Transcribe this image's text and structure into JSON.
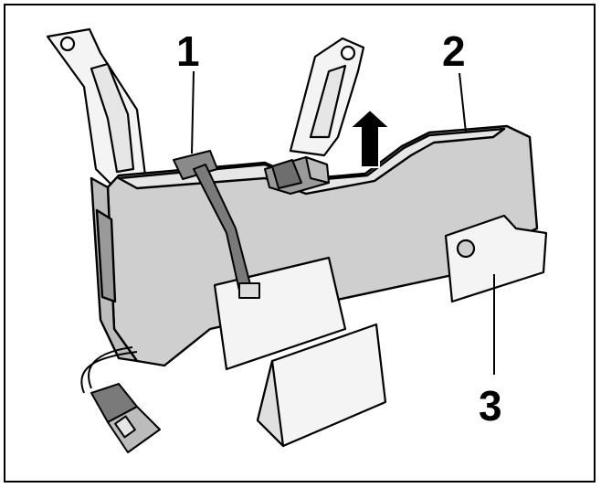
{
  "diagram": {
    "callouts": [
      {
        "id": "1",
        "label": "1"
      },
      {
        "id": "2",
        "label": "2"
      },
      {
        "id": "3",
        "label": "3"
      }
    ],
    "colors": {
      "line": "#000000",
      "body_fill": "#cfcfcf",
      "body_light": "#e6e6e6",
      "bracket_fill": "#f4f4f4",
      "arrow": "#000000"
    },
    "icons": [
      "up-arrow-icon",
      "connector-plug-icon",
      "cable-tie-icon"
    ]
  }
}
